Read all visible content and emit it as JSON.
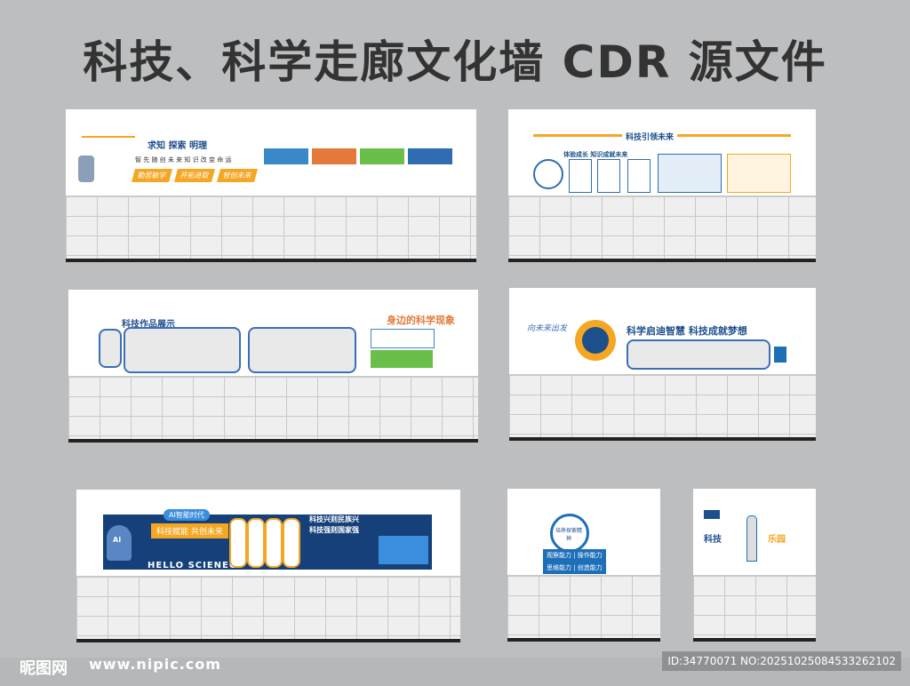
{
  "title": "科技、科学走廊文化墙 CDR 源文件",
  "walls": [
    {
      "id": "wall-1",
      "headline": "求知 探索 明理",
      "motto": "智 先 随 创 未 来   知 识 改 变 命 运",
      "buttons": [
        "勤思敏学",
        "开拓进取",
        "智创未来"
      ]
    },
    {
      "id": "wall-2",
      "headline": "科技引领未来",
      "sub": "体验成长 知识成就未来"
    },
    {
      "id": "wall-3",
      "headline": "科技作品展示",
      "right_title": "身边的科学现象"
    },
    {
      "id": "wall-4",
      "headline": "科学启迪智慧 科技成就梦想",
      "left_script": "向未来出发"
    },
    {
      "id": "wall-5",
      "badge": "AI智能时代",
      "slogan": "科技赋能 共创未来",
      "hello": "HELLO SCIENEC",
      "quote_1": "科技兴则民族兴",
      "quote_2": "科技强则国家强",
      "ai_label": "AI"
    },
    {
      "id": "wall-6",
      "center": "培养探索精神",
      "tag_1": "观察能力 | 操作能力",
      "tag_2": "思维能力 | 创造能力"
    },
    {
      "id": "wall-7",
      "left": "科技",
      "right": "乐园"
    }
  ],
  "footer": {
    "logo": "昵图网",
    "url": "www.nipic.com",
    "id": "ID:34770071 NO:20251025084533262102"
  }
}
